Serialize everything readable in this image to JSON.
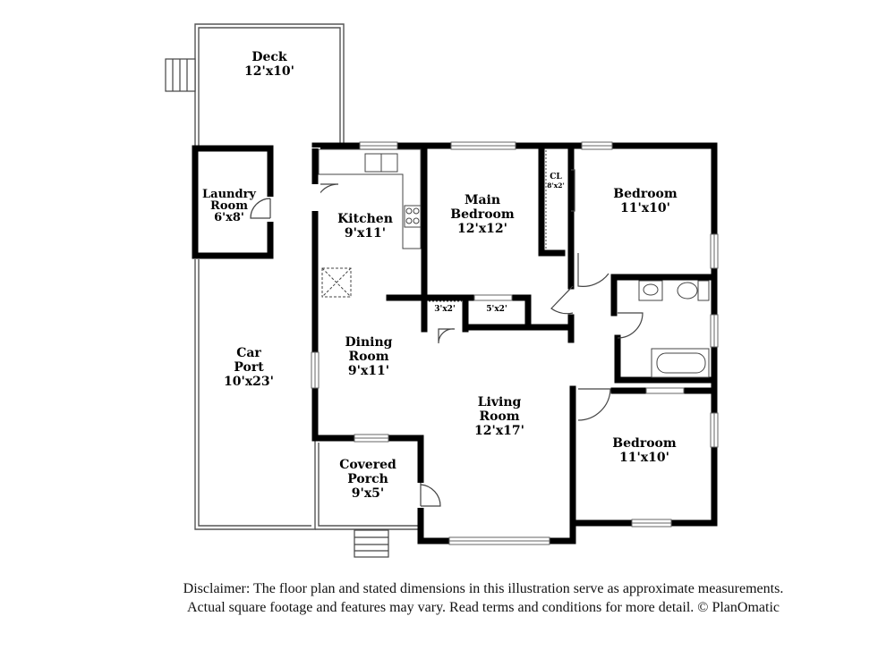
{
  "rooms": {
    "deck": {
      "name": "Deck",
      "dim": "12'x10'"
    },
    "laundry": {
      "name1": "Laundry",
      "name2": "Room",
      "dim": "6'x8'"
    },
    "kitchen": {
      "name": "Kitchen",
      "dim": "9'x11'"
    },
    "main_bedroom": {
      "name1": "Main",
      "name2": "Bedroom",
      "dim": "12'x12'"
    },
    "closet_cl": {
      "name": "CL",
      "dim": "8'x2'"
    },
    "bedroom_top": {
      "name": "Bedroom",
      "dim": "11'x10'"
    },
    "car_port": {
      "name1": "Car",
      "name2": "Port",
      "dim": "10'x23'"
    },
    "dining": {
      "name1": "Dining",
      "name2": "Room",
      "dim": "9'x11'"
    },
    "closet_a": {
      "dim": "3'x2'"
    },
    "closet_b": {
      "dim": "5'x2'"
    },
    "living": {
      "name1": "Living",
      "name2": "Room",
      "dim": "12'x17'"
    },
    "bedroom_bottom": {
      "name": "Bedroom",
      "dim": "11'x10'"
    },
    "porch": {
      "name1": "Covered",
      "name2": "Porch",
      "dim": "9'x5'"
    }
  },
  "disclaimer": {
    "line1": "Disclaimer: The floor plan and stated dimensions in this illustration serve as approximate measurements.",
    "line2": "Actual square footage and features may vary. Read terms and conditions for more detail. © PlanOmatic"
  }
}
